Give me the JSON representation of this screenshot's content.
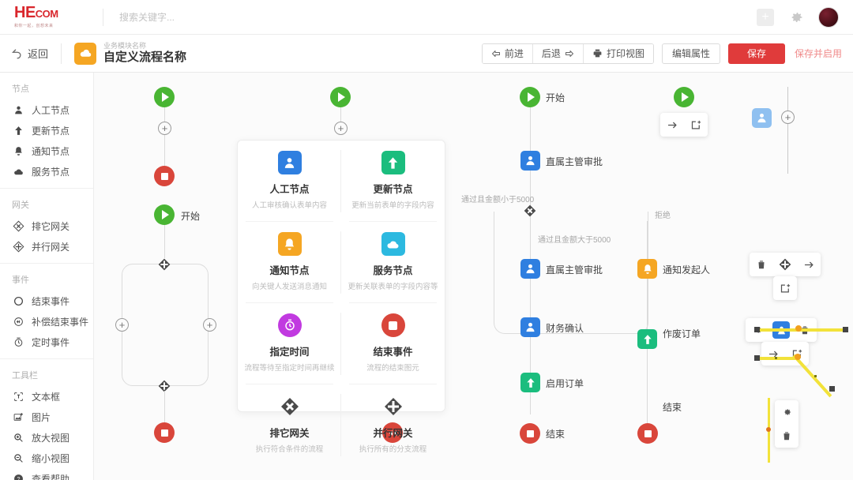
{
  "header": {
    "logo_main": "HE",
    "logo_com": "COM",
    "logo_sub": "和你一起，创想未来",
    "search_placeholder": "搜索关键字...",
    "add_icon": "plus-icon",
    "settings_icon": "gear-icon",
    "avatar_icon": "user-avatar"
  },
  "subbar": {
    "back_label": "返回",
    "back_icon": "back-arrow-icon",
    "module_icon": "cloud-icon",
    "module_caption": "业务模块名称",
    "flow_title": "自定义流程名称",
    "forward_label": "前进",
    "forward_icon": "arrow-left-outline-icon",
    "backward_label": "后退",
    "backward_icon": "arrow-right-outline-icon",
    "print_label": "打印视图",
    "print_icon": "printer-icon",
    "edit_attr_label": "编辑属性",
    "save_label": "保存",
    "save_enable_label": "保存并启用"
  },
  "sidebar": {
    "sections": [
      {
        "title": "节点",
        "items": [
          {
            "label": "人工节点",
            "icon": "person-icon"
          },
          {
            "label": "更新节点",
            "icon": "upload-arrow-icon"
          },
          {
            "label": "通知节点",
            "icon": "bell-icon"
          },
          {
            "label": "服务节点",
            "icon": "service-cloud-icon"
          }
        ]
      },
      {
        "title": "网关",
        "items": [
          {
            "label": "排它网关",
            "icon": "exclusive-gateway-icon"
          },
          {
            "label": "并行网关",
            "icon": "parallel-gateway-icon"
          }
        ]
      },
      {
        "title": "事件",
        "items": [
          {
            "label": "结束事件",
            "icon": "circle-outline-icon"
          },
          {
            "label": "补偿结束事件",
            "icon": "compensate-end-icon"
          },
          {
            "label": "定时事件",
            "icon": "timer-icon"
          }
        ]
      },
      {
        "title": "工具栏",
        "items": [
          {
            "label": "文本框",
            "icon": "textbox-icon"
          },
          {
            "label": "图片",
            "icon": "image-add-icon"
          },
          {
            "label": "放大视图",
            "icon": "zoom-in-icon"
          },
          {
            "label": "缩小视图",
            "icon": "zoom-out-icon"
          },
          {
            "label": "查看帮助",
            "icon": "help-circle-icon"
          }
        ]
      }
    ]
  },
  "palette": {
    "items": [
      {
        "name": "人工节点",
        "desc": "人工审核确认表单内容",
        "icon": "person-icon",
        "color": "#2f7fe0"
      },
      {
        "name": "更新节点",
        "desc": "更新当前表单的字段内容",
        "icon": "upload-arrow-icon",
        "color": "#1bbd7e"
      },
      {
        "name": "通知节点",
        "desc": "向关键人发送消息通知",
        "icon": "bell-icon",
        "color": "#f5a623"
      },
      {
        "name": "服务节点",
        "desc": "更新关联表单的字段内容等",
        "icon": "service-cloud-icon",
        "color": "#2cb9e0"
      },
      {
        "name": "指定时间",
        "desc": "流程等待至指定时间再继续",
        "icon": "timer-icon",
        "color": "#c13ae0"
      },
      {
        "name": "结束事件",
        "desc": "流程的结束图元",
        "icon": "end-event-icon",
        "color": "#d9463b"
      },
      {
        "name": "排它网关",
        "desc": "执行符合条件的流程",
        "icon": "exclusive-gateway-icon",
        "color": ""
      },
      {
        "name": "并行网关",
        "desc": "执行所有的分支流程",
        "icon": "parallel-gateway-icon",
        "color": ""
      }
    ]
  },
  "canvas": {
    "col1": {
      "start_top_icon": "start-event-icon",
      "plus_icon": "plus-circle-icon",
      "end_icon": "end-event-icon",
      "start_label": "开始",
      "gateway_top_icon": "parallel-gateway-icon",
      "gateway_bottom_icon": "parallel-gateway-icon",
      "plus_left_icon": "plus-circle-icon",
      "plus_right_icon": "plus-circle-icon",
      "end_bottom_icon": "end-event-icon"
    },
    "col2": {
      "start_icon": "start-event-icon",
      "plus_icon": "plus-circle-icon",
      "rewind_icon": "rewind-icon"
    },
    "col3": {
      "start_label": "开始",
      "node1_label": "直属主管审批",
      "cond_left": "通过且金额小于5000",
      "cond_center": "通过且金额大于5000",
      "cond_right": "拒绝",
      "node2_label": "直属主管审批",
      "node3_label": "财务确认",
      "node4_label": "启用订单",
      "end_label": "结束",
      "branch_node_label": "通知发起人",
      "branch_node2_label": "作废订单",
      "branch_end_label": "结束"
    },
    "col4": {
      "start_icon": "start-event-icon",
      "popup": [
        "arrow-right-icon",
        "add-node-icon"
      ],
      "selected_node_icon": "person-icon",
      "plus_icon": "plus-circle-icon",
      "toolbar1": [
        "trash-icon",
        "parallel-gateway-icon",
        "arrow-right-icon",
        "add-node-icon"
      ],
      "toolbar2": [
        "gear-icon",
        "person-icon",
        "trash-icon",
        "arrow-right-icon",
        "add-node-icon"
      ],
      "edge_toolbar": [
        "gear-icon",
        "trash-icon"
      ]
    }
  },
  "colors": {
    "brand_red": "#d9262c",
    "save_red": "#e03b3b",
    "start_green": "#49b533",
    "end_red": "#d9463b",
    "node_blue": "#2f7fe0",
    "node_green": "#1bbd7e",
    "node_orange": "#f5a623",
    "edge_yellow": "#f2e23a",
    "handle_orange": "#f2a01e"
  }
}
